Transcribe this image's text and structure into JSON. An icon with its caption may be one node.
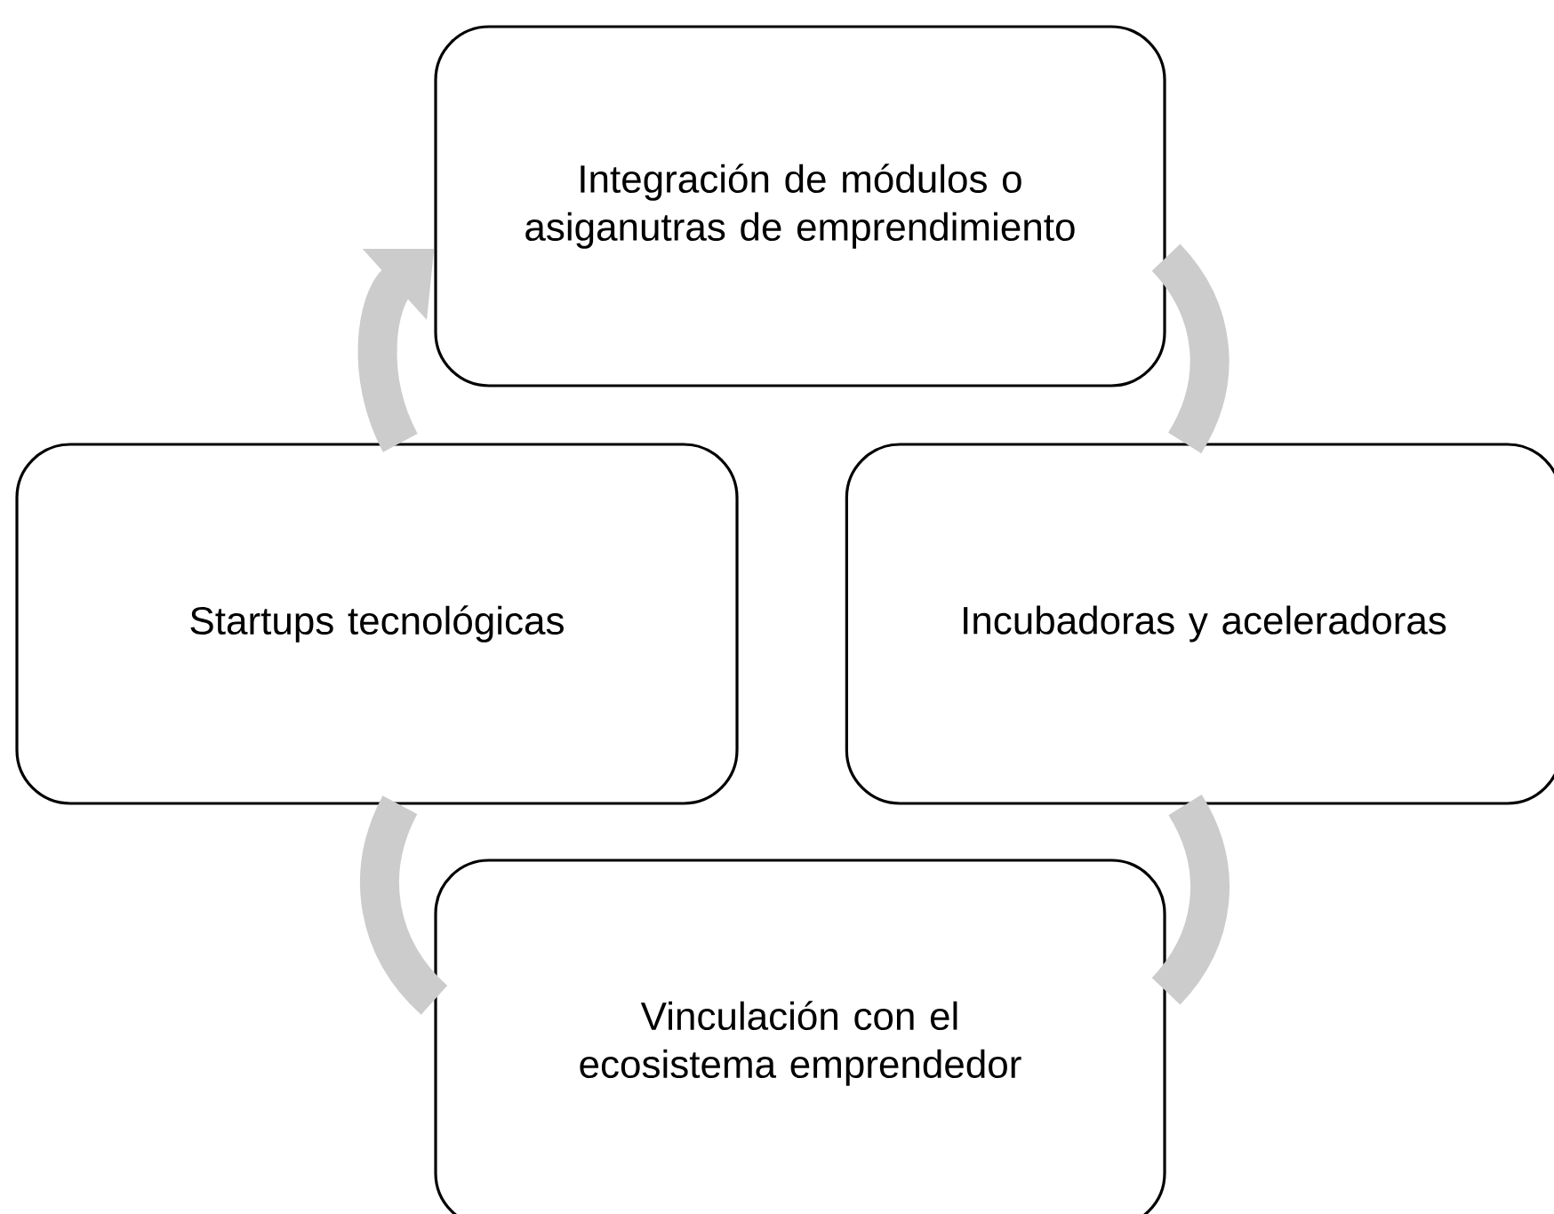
{
  "diagram": {
    "nodes": [
      {
        "text": [
          "Integración de módulos o asiganutras de emprendimiento"
        ]
      },
      {
        "text": [
          "Incubadoras y aceleradoras"
        ]
      },
      {
        "text": [
          "Vinculación con el ecosistema emprendedor"
        ]
      },
      {
        "text": [
          "Startups tecnológicas"
        ]
      }
    ],
    "edges": [
      {
        "from": 0,
        "to": 1,
        "arrow": "none"
      },
      {
        "from": 1,
        "to": 2,
        "arrow": "none"
      },
      {
        "from": 2,
        "to": 3,
        "arrow": "none"
      },
      {
        "from": 3,
        "to": 0,
        "arrow": "to"
      }
    ]
  }
}
